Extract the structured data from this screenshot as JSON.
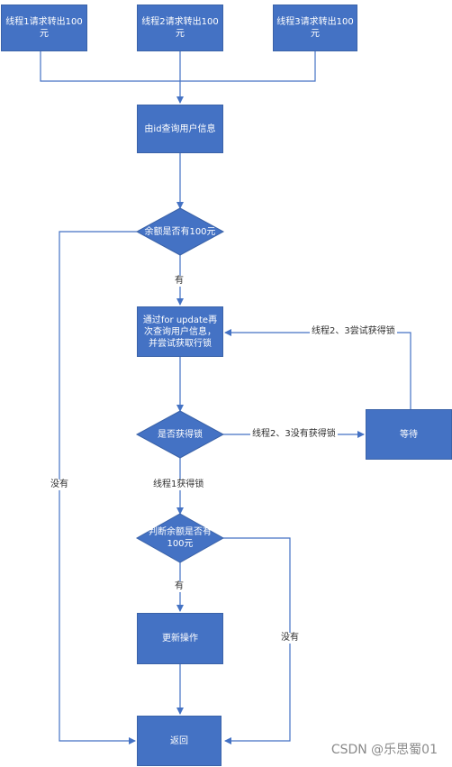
{
  "nodes": {
    "thread1": "线程1请求转出100元",
    "thread2": "线程2请求转出100元",
    "thread3": "线程3请求转出100元",
    "query_user": "由id查询用户信息",
    "check_balance": "余额是否有100元",
    "select_for_update": "通过for update再次查询用户信息，并尝试获取行锁",
    "got_lock": "是否获得锁",
    "wait": "等待",
    "judge_balance": "判断余额是否有100元",
    "update": "更新操作",
    "return": "返回"
  },
  "edges": {
    "has": "有",
    "has2": "有",
    "none_left": "没有",
    "none_right": "没有",
    "no_lock": "线程2、3没有获得锁",
    "retry_lock": "线程2、3尝试获得锁",
    "thread1_lock": "线程1获得锁"
  },
  "watermark": "CSDN @乐思蜀01",
  "colors": {
    "node_fill": "#4472C4",
    "edge": "#4472C4"
  }
}
